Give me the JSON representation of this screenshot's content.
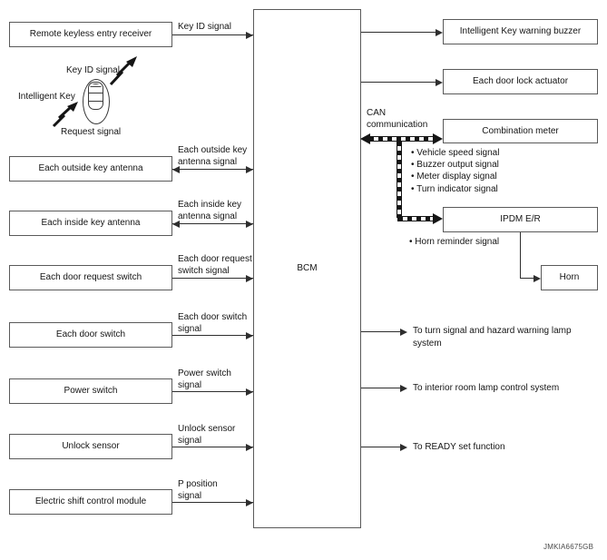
{
  "bcm": {
    "label": "BCM"
  },
  "left_nodes": [
    {
      "box": "Remote keyless entry receiver",
      "signal": "Key ID signal"
    },
    {
      "box": "Each outside key antenna",
      "signal": "Each outside key\nantenna signal"
    },
    {
      "box": "Each inside key antenna",
      "signal": "Each inside key\nantenna signal"
    },
    {
      "box": "Each door request switch",
      "signal": "Each door request\nswitch signal"
    },
    {
      "box": "Each door switch",
      "signal": "Each door switch\nsignal"
    },
    {
      "box": "Power switch",
      "signal": "Power switch\nsignal"
    },
    {
      "box": "Unlock sensor",
      "signal": "Unlock sensor\nsignal"
    },
    {
      "box": "Electric shift control module",
      "signal": "P position\nsignal"
    }
  ],
  "intelligent_key": {
    "top_signal": "Key ID signal",
    "label": "Intelligent Key",
    "bottom_signal": "Request signal"
  },
  "right_nodes": [
    {
      "box": "Intelligent Key warning buzzer"
    },
    {
      "box": "Each door lock actuator"
    },
    {
      "box": "Combination meter"
    },
    {
      "box": "IPDM E/R"
    },
    {
      "box": "Horn"
    }
  ],
  "can": {
    "label": "CAN\ncommunication",
    "meter_signals": [
      "• Vehicle speed signal",
      "• Buzzer output signal",
      "• Meter display signal",
      "• Turn indicator signal"
    ],
    "ipdm_signal": "• Horn reminder signal"
  },
  "outputs": [
    "To turn signal and hazard warning lamp\nsystem",
    "To interior room lamp control system",
    "To READY set function"
  ],
  "watermark": "JMKIA6675GB"
}
